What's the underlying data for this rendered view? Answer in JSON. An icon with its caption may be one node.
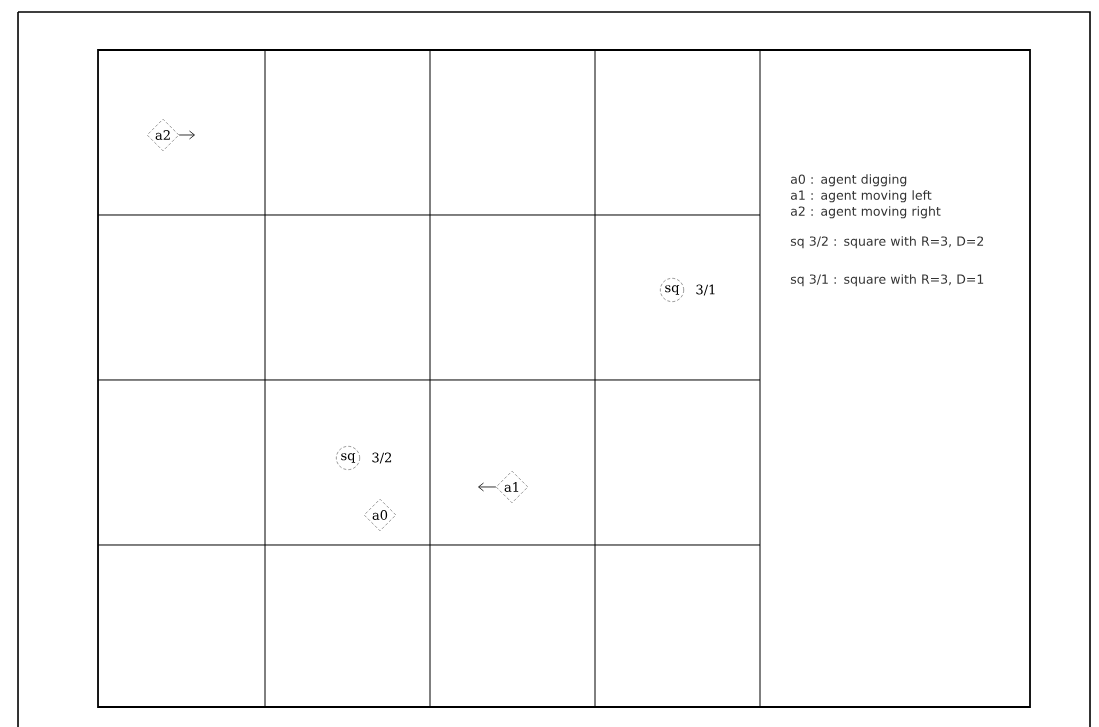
{
  "diagram": {
    "nodes": [
      {
        "text": [
          "a2"
        ]
      },
      {
        "text": [
          "sq"
        ],
        "beside": [
          "3/1"
        ]
      },
      {
        "text": [
          "sq"
        ],
        "beside": [
          "3/2"
        ]
      },
      {
        "text": [
          "a1"
        ]
      },
      {
        "text": [
          "a0"
        ]
      }
    ],
    "edges": [],
    "labels": [
      "a0 : agent digging",
      "a1 : agent moving left",
      "a2 : agent moving right",
      "sq 3/2 : square with R=3, D=2",
      "sq 3/1 : square with R=3, D=1"
    ]
  }
}
